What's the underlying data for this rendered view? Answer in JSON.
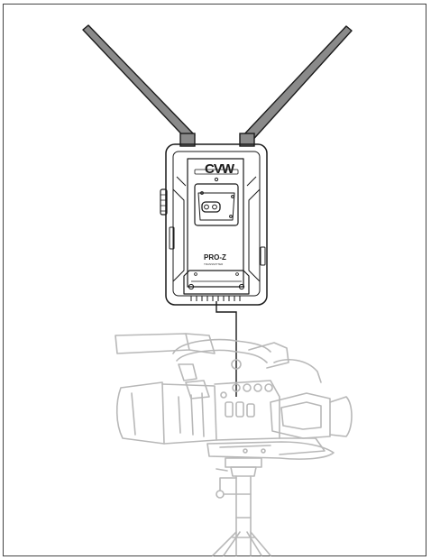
{
  "device": {
    "brand": "CVW",
    "model": "PRO-Z",
    "subtitle": "TRANSMITTER"
  },
  "colors": {
    "outline": "#1a1a1a",
    "antenna_fill": "#8a8a8a",
    "camera_line": "#b8b8b8",
    "frame_border": "#444444"
  }
}
